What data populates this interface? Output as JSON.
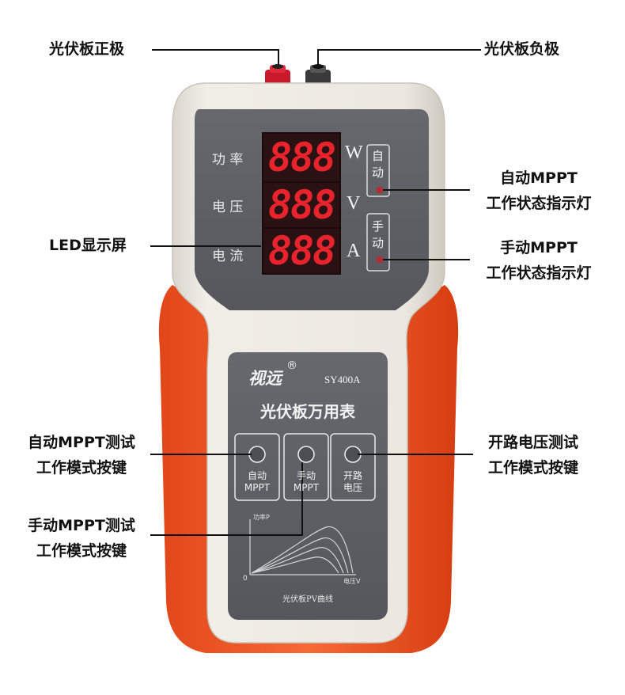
{
  "labels": {
    "pv_positive": "光伏板正极",
    "pv_negative": "光伏板负极",
    "led_display": "LED显示屏",
    "auto_indicator_line1": "自动MPPT",
    "auto_indicator_line2": "工作状态指示灯",
    "manual_indicator_line1": "手动MPPT",
    "manual_indicator_line2": "工作状态指示灯",
    "auto_key_line1": "自动MPPT测试",
    "auto_key_line2": "工作模式按键",
    "manual_key_line1": "手动MPPT测试",
    "manual_key_line2": "工作模式按键",
    "voc_key_line1": "开路电压测试",
    "voc_key_line2": "工作模式按键"
  },
  "display": {
    "row_labels": [
      "功 率",
      "电 压",
      "电 流"
    ],
    "units": [
      "W",
      "V",
      "A"
    ],
    "digits": "888",
    "auto_tag": [
      "自",
      "动"
    ],
    "manual_tag": [
      "手",
      "动"
    ]
  },
  "panel": {
    "brand": "视远",
    "registered": "®",
    "model": "SY400A",
    "title": "光伏板万用表",
    "buttons": [
      {
        "line1": "自动",
        "line2": "MPPT"
      },
      {
        "line1": "手动",
        "line2": "MPPT"
      },
      {
        "line1": "开路",
        "line2": "电压"
      }
    ],
    "graph": {
      "y_label": "功率P",
      "x_label": "电压V",
      "origin": "0",
      "caption": "光伏板PV曲线"
    }
  },
  "colors": {
    "case": "#ebe7df",
    "bumper": "#f25a28",
    "panel": "#5b5d63",
    "led": "#e8232c"
  }
}
